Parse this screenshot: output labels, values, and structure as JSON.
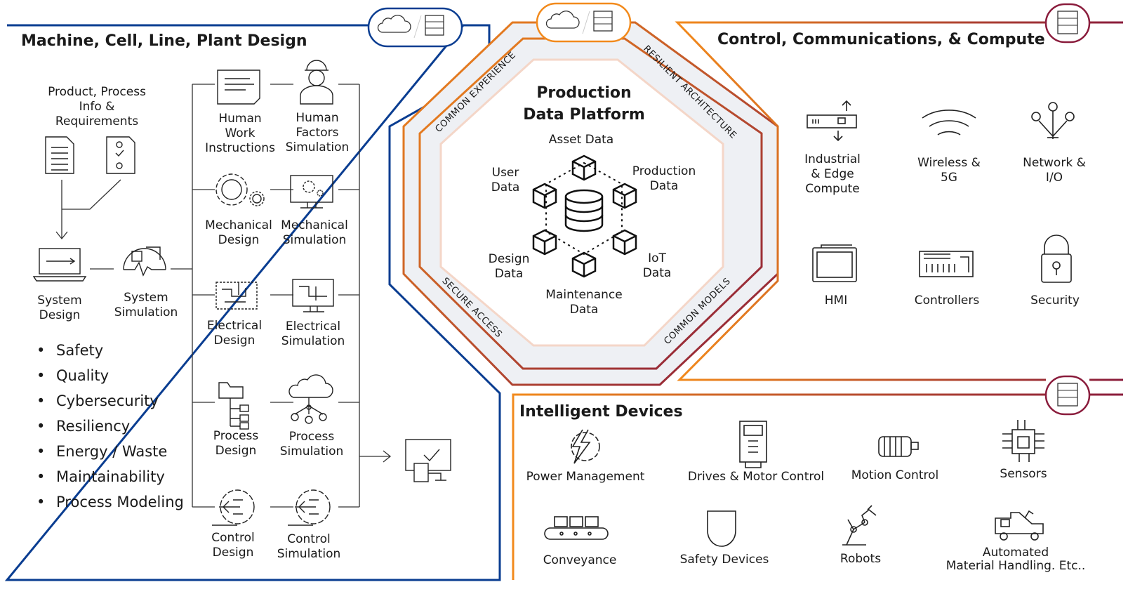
{
  "colors": {
    "blue": "#0a3d91",
    "orange": "#f28a1c",
    "maroon": "#8a1c3c",
    "ink": "#1a1a1a"
  },
  "left_panel": {
    "title": "Machine, Cell, Line, Plant Design",
    "requirements": [
      "Product, Process",
      "Info &",
      "Requirements"
    ],
    "system_design": [
      "System",
      "Design"
    ],
    "system_simulation": [
      "System",
      "Simulation"
    ],
    "bullets": [
      "Safety",
      "Quality",
      "Cybersecurity",
      "Resiliency",
      "Energy / Waste",
      "Maintainability",
      "Process Modeling"
    ],
    "human_work": [
      "Human",
      "Work",
      "Instructions"
    ],
    "human_factors": [
      "Human",
      "Factors",
      "Simulation"
    ],
    "mech_design": [
      "Mechanical",
      "Design"
    ],
    "mech_sim": [
      "Mechanical",
      "Simulation"
    ],
    "elec_design": [
      "Electrical",
      "Design"
    ],
    "elec_sim": [
      "Electrical",
      "Simulation"
    ],
    "process_design": [
      "Process",
      "Design"
    ],
    "process_sim": [
      "Process",
      "Simulation"
    ],
    "control_design": [
      "Control",
      "Design"
    ],
    "control_sim": [
      "Control",
      "Simulation"
    ]
  },
  "center": {
    "title": [
      "Production",
      "Data Platform"
    ],
    "asset": [
      "Asset Data"
    ],
    "user": [
      "User",
      "Data"
    ],
    "production": [
      "Production",
      "Data"
    ],
    "design": [
      "Design",
      "Data"
    ],
    "iot": [
      "IoT",
      "Data"
    ],
    "maintenance": [
      "Maintenance",
      "Data"
    ],
    "ring_top_left": "COMMON EXPERIENCE",
    "ring_top_right": "RESILIENT ARCHITECTURE",
    "ring_bottom_left": "SECURE ACCESS",
    "ring_bottom_right": "COMMON MODELS"
  },
  "right_top": {
    "title": "Control, Communications, & Compute",
    "industrial": [
      "Industrial",
      "& Edge",
      "Compute"
    ],
    "wireless": [
      "Wireless &",
      "5G"
    ],
    "network": [
      "Network &",
      "I/O"
    ],
    "hmi": [
      "HMI"
    ],
    "controllers": [
      "Controllers"
    ],
    "security": [
      "Security"
    ]
  },
  "devices": {
    "title": "Intelligent Devices",
    "power": [
      "Power Management"
    ],
    "drives": [
      "Drives & Motor Control"
    ],
    "motion": [
      "Motion Control"
    ],
    "sensors": [
      "Sensors"
    ],
    "conveyance": [
      "Conveyance"
    ],
    "safety": [
      "Safety Devices"
    ],
    "robots": [
      "Robots"
    ],
    "amh": [
      "Automated",
      "Material Handling. Etc.."
    ]
  },
  "icons": [
    "cloud-server-icon",
    "document-icon",
    "checklist-icon",
    "laptop-icon",
    "system-simulation-icon",
    "instructions-icon",
    "worker-icon",
    "gears-icon",
    "monitor-icon",
    "cloud-network-icon",
    "folder-tree-icon",
    "control-gear-icon",
    "monitor-check-icon",
    "database-icon",
    "cube-icon",
    "edge-compute-icon",
    "wifi-icon",
    "network-icon",
    "hmi-icon",
    "controller-icon",
    "lock-icon",
    "power-gear-icon",
    "drive-icon",
    "motor-icon",
    "chip-icon",
    "conveyor-icon",
    "shield-icon",
    "robot-arm-icon",
    "agv-icon"
  ]
}
